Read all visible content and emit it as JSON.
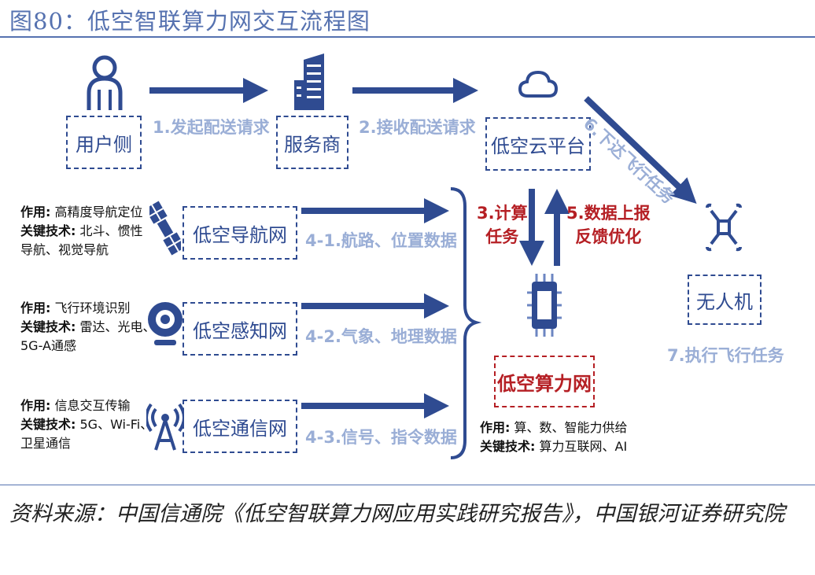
{
  "figure": {
    "title": "图80：低空智联算力网交互流程图",
    "source": "资料来源：中国信通院《低空智联算力网应用实践研究报告》，中国银河证券研究院"
  },
  "nodes": {
    "user": "用户侧",
    "provider": "服务商",
    "cloud": "低空云平台",
    "drone": "无人机",
    "compute": "低空算力网",
    "nav": "低空导航网",
    "sense": "低空感知网",
    "comm": "低空通信网"
  },
  "edges": {
    "e1": "1.发起配送请求",
    "e2": "2.接收配送请求",
    "e3": "3.计算任务",
    "e5": "5.数据上报反馈优化",
    "e6": "6.下达飞行任务",
    "e7": "7.执行飞行任务",
    "e41": "4-1.航路、位置数据",
    "e42": "4-2.气象、地理数据",
    "e43": "4-3.信号、指令数据"
  },
  "edge_lines": {
    "e3": [
      "3.计算",
      "任务"
    ],
    "e5": [
      "5.数据上报",
      "反馈优化"
    ]
  },
  "notes": {
    "role_label": "作用:",
    "tech_label": "关键技术:",
    "nav": {
      "role": "高精度导航定位",
      "tech": "北斗、惯性",
      "tech2": "导航、视觉导航"
    },
    "sense": {
      "role": "飞行环境识别",
      "tech": "雷达、光电、",
      "tech2": "5G-A通感"
    },
    "comm": {
      "role": "信息交互传输",
      "tech": "5G、Wi-Fi、",
      "tech2": "卫星通信"
    },
    "compute": {
      "role": "算、数、智能力供给",
      "tech": "算力互联网、AI"
    }
  },
  "colors": {
    "primary": "#2f4b91",
    "label": "#9aaed6",
    "accent_red": "#b51f24",
    "title": "#5672b0"
  },
  "icons": {
    "user": "person-icon",
    "provider": "building-icon",
    "cloud": "cloud-icon",
    "drone": "drone-icon",
    "compute": "chip-icon",
    "nav": "satellite-icon",
    "sense": "camera-icon",
    "comm": "antenna-icon"
  }
}
